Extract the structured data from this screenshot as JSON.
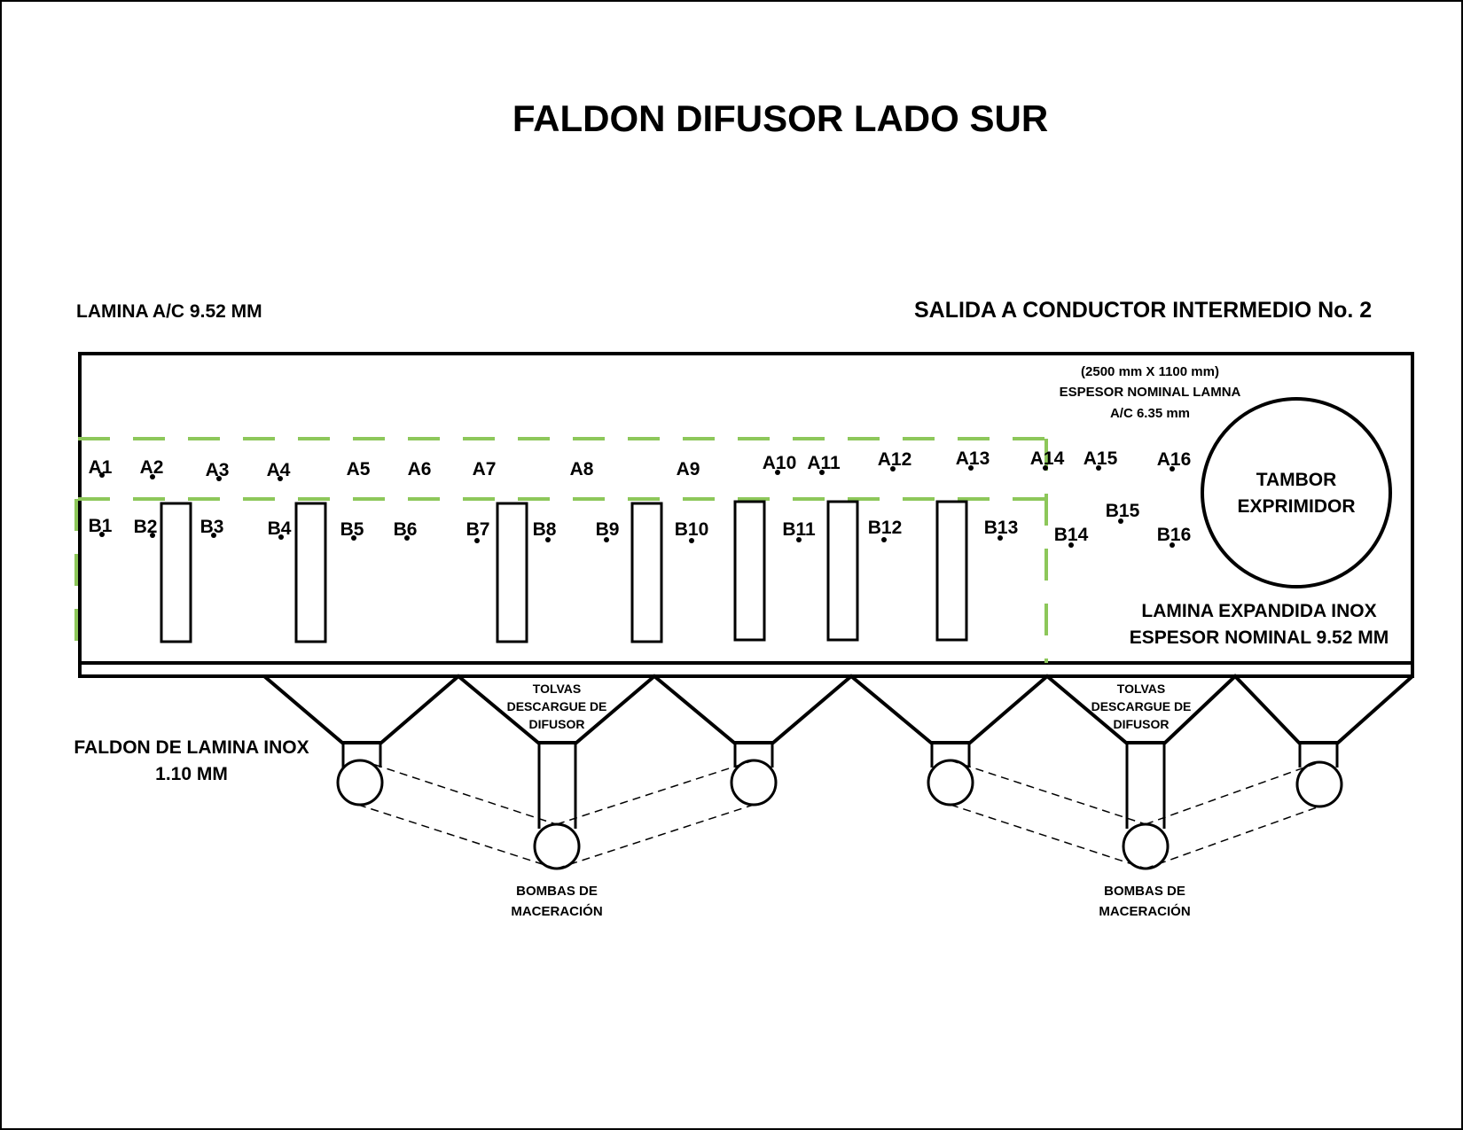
{
  "title": "FALDON DIFUSOR LADO SUR",
  "labels": {
    "lamina_ac": "LAMINA A/C 9.52 MM",
    "salida": "SALIDA A CONDUCTOR INTERMEDIO No. 2",
    "dim_1": "(2500 mm X 1100 mm)",
    "dim_2": "ESPESOR NOMINAL LAMNA",
    "dim_3": "A/C 6.35 mm",
    "tambor_1": "TAMBOR",
    "tambor_2": "EXPRIMIDOR",
    "expandida_1": "LAMINA EXPANDIDA  INOX",
    "expandida_2": "ESPESOR NOMINAL 9.52 MM",
    "faldon_1": "FALDON DE LAMINA INOX",
    "faldon_2": "1.10 MM",
    "tolvas_left_1": "TOLVAS",
    "tolvas_left_2": "DESCARGUE DE",
    "tolvas_left_3": "DIFUSOR",
    "tolvas_right_1": "TOLVAS",
    "tolvas_right_2": "DESCARGUE DE",
    "tolvas_right_3": "DIFUSOR",
    "bombas_left_1": "BOMBAS DE",
    "bombas_left_2": "MACERACIÓN",
    "bombas_right_1": "BOMBAS DE",
    "bombas_right_2": "MACERACIÓN"
  },
  "points_a": [
    "A1",
    "A2",
    "A3",
    "A4",
    "A5",
    "A6",
    "A7",
    "A8",
    "A9",
    "A10",
    "A11",
    "A12",
    "A13",
    "A14",
    "A15",
    "A16"
  ],
  "points_b": [
    "B1",
    "B2",
    "B3",
    "B4",
    "B5",
    "B6",
    "B7",
    "B8",
    "B9",
    "B10",
    "B11",
    "B12",
    "B13",
    "B14",
    "B15",
    "B16"
  ],
  "colors": {
    "measurement_zone": "#8dc75a",
    "line": "#000000"
  }
}
